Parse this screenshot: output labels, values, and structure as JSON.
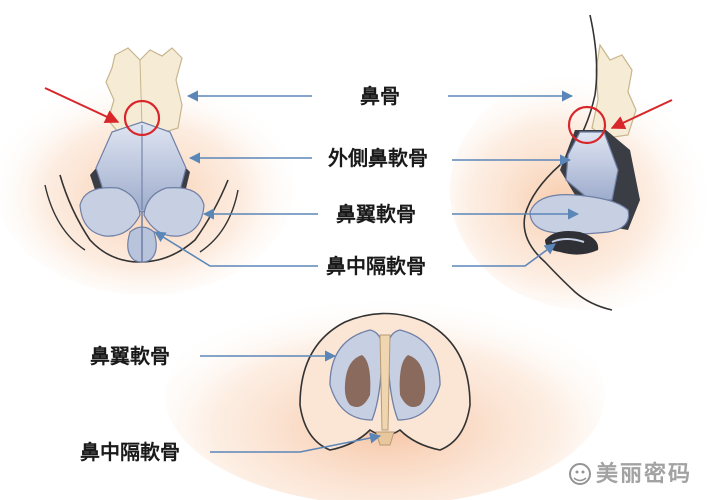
{
  "labels": {
    "nasal_bone": "鼻骨",
    "upper_lateral_cartilage": "外側鼻軟骨",
    "alar_cartilage": "鼻翼軟骨",
    "septal_cartilage": "鼻中隔軟骨",
    "bottom_alar_cartilage": "鼻翼軟骨",
    "bottom_septal_cartilage": "鼻中隔軟骨"
  },
  "watermark": {
    "text": "美丽密码"
  },
  "colors": {
    "leader_line": "#5b86b8",
    "highlight": "#d9262a",
    "skin_glow": "#f6c9a8",
    "cartilage": "#b8c3dc",
    "bone": "#f3e6c8"
  }
}
